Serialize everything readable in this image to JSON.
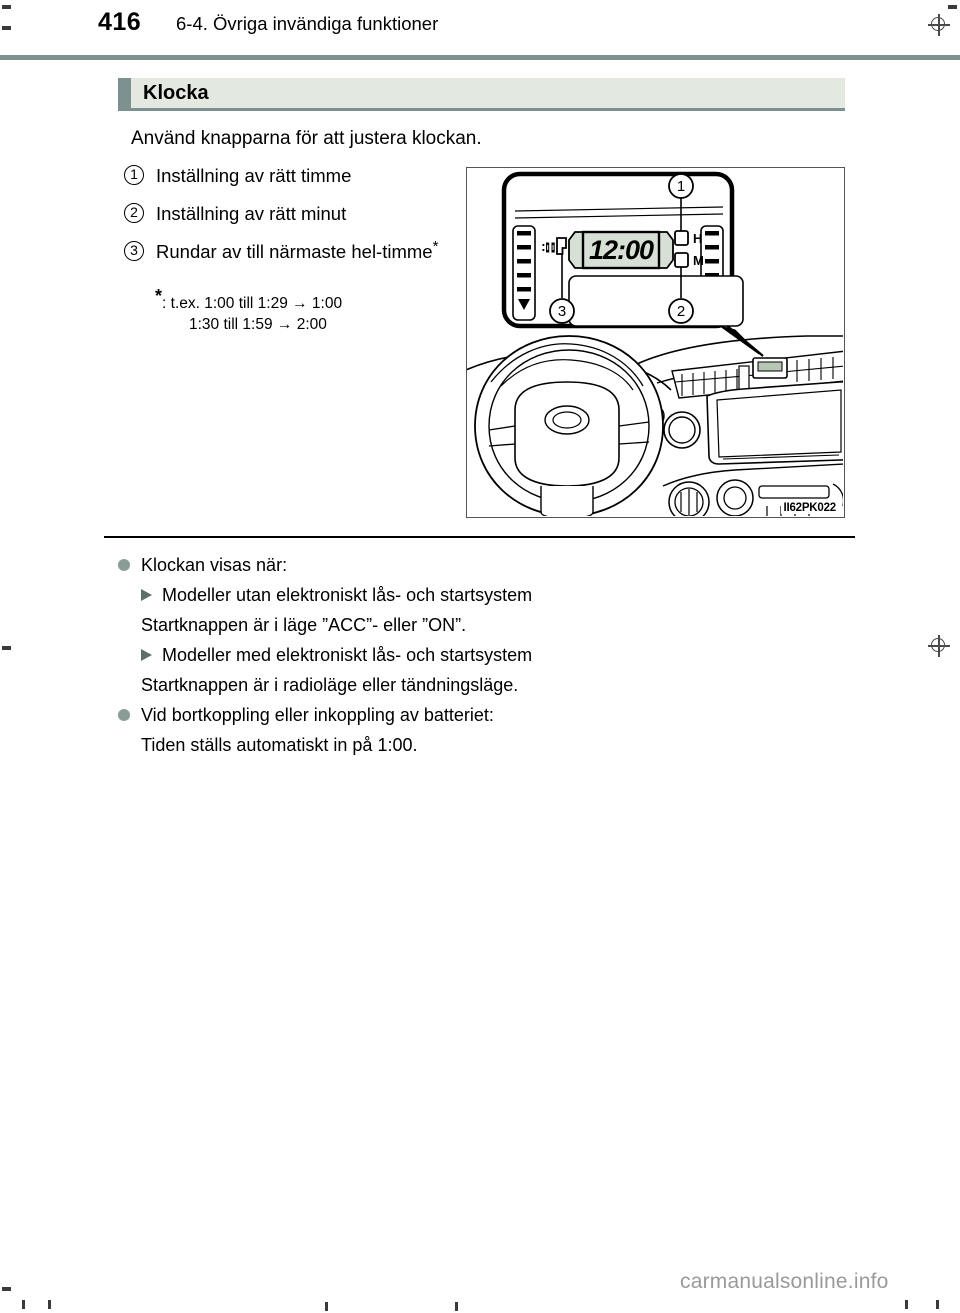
{
  "header": {
    "page_number": "416",
    "section_title": "6-4. Övriga invändiga funktioner"
  },
  "section": {
    "heading": "Klocka"
  },
  "intro": "Använd knapparna för att justera klockan.",
  "numbered_items": [
    {
      "marker": "1",
      "text": "Inställning av rätt timme"
    },
    {
      "marker": "2",
      "text": "Inställning av rätt minut"
    },
    {
      "marker": "3",
      "text": "Rundar av till närmaste hel-timme",
      "has_star": true
    }
  ],
  "footnote": {
    "star": "*",
    "colon": ":",
    "line1": "t.ex. 1:00 till 1:29 → 1:00",
    "line2": "1:30 till 1:59 → 2:00"
  },
  "figure": {
    "code": "II62PK022",
    "clock_display": "12:00",
    "hour_button_label": "H",
    "minute_button_label": "M",
    "reset_indicator": ":00",
    "callout_1": "1",
    "callout_2": "2",
    "callout_3": "3"
  },
  "notes": [
    {
      "type": "bullet",
      "text": "Klockan visas när:"
    },
    {
      "type": "sub",
      "text": "Modeller utan elektroniskt lås- och startsystem"
    },
    {
      "type": "plain",
      "text": "Startknappen är i läge ”ACC”- eller ”ON”."
    },
    {
      "type": "sub",
      "text": "Modeller med elektroniskt lås- och startsystem"
    },
    {
      "type": "plain",
      "text": "Startknappen är i radioläge eller tändningsläge."
    },
    {
      "type": "bullet",
      "text": "Vid bortkoppling eller inkoppling av batteriet:"
    },
    {
      "type": "plain",
      "text": "Tiden ställs automatiskt in på 1:00."
    }
  ],
  "watermark": "carmanualsonline.info",
  "colors": {
    "header_rule": "#7e9191",
    "section_bg": "#e3e8e0",
    "section_bar": "#7e9191",
    "bullet_dot": "#8a9c96",
    "triangle": "#5e6e6b",
    "lcd_screen": "#d6e0d4"
  }
}
